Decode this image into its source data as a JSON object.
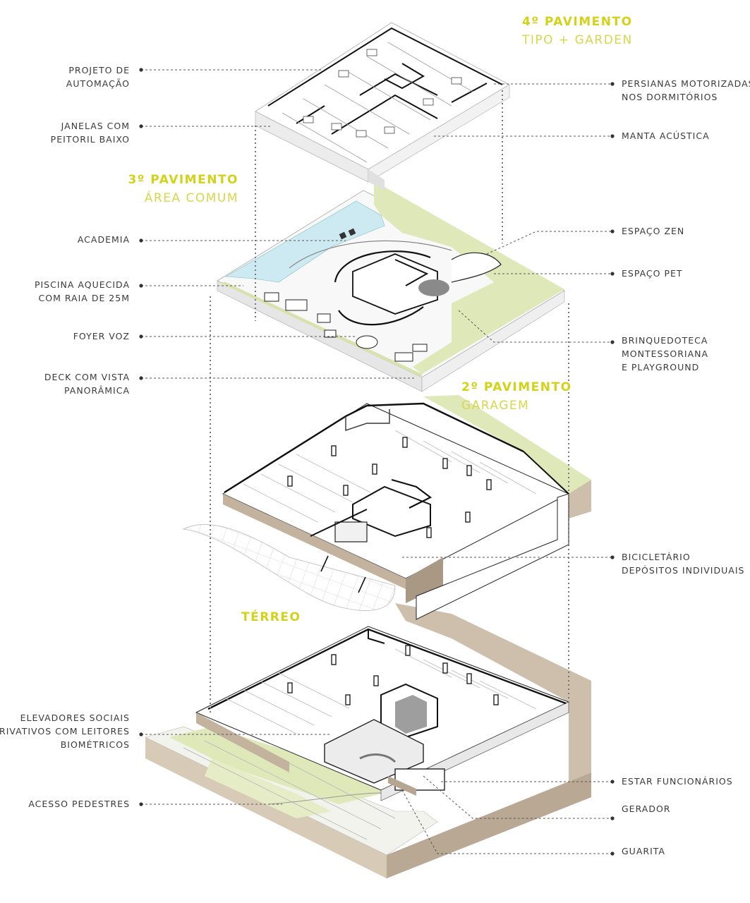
{
  "floors": [
    {
      "name": "4º PAVIMENTO",
      "subtitle": "TIPO + GARDEN"
    },
    {
      "name": "3º PAVIMENTO",
      "subtitle": "ÁREA COMUM"
    },
    {
      "name": "2º PAVIMENTO",
      "subtitle": "GARAGEM"
    },
    {
      "name": "TÉRREO",
      "subtitle": ""
    }
  ],
  "left_labels": [
    {
      "lines": [
        "PROJETO DE",
        "AUTOMAÇÃO"
      ]
    },
    {
      "lines": [
        "JANELAS COM",
        "PEITORIL BAIXO"
      ]
    },
    {
      "lines": [
        "ACADEMIA"
      ]
    },
    {
      "lines": [
        "PISCINA AQUECIDA",
        "COM RAIA DE 25M"
      ]
    },
    {
      "lines": [
        "FOYER VOZ"
      ]
    },
    {
      "lines": [
        "DECK COM VISTA",
        "PANORÂMICA"
      ]
    },
    {
      "lines": [
        "ELEVADORES SOCIAIS",
        "PRIVATIVOS COM LEITORES",
        "BIOMÉTRICOS"
      ]
    },
    {
      "lines": [
        "ACESSO PEDESTRES"
      ]
    }
  ],
  "right_labels": [
    {
      "lines": [
        "PERSIANAS MOTORIZADAS",
        "NOS DORMITÓRIOS"
      ]
    },
    {
      "lines": [
        "MANTA ACÚSTICA"
      ]
    },
    {
      "lines": [
        "ESPAÇO ZEN"
      ]
    },
    {
      "lines": [
        "ESPAÇO PET"
      ]
    },
    {
      "lines": [
        "BRINQUEDOTECA",
        "MONTESSORIANA",
        "E PLAYGROUND"
      ]
    },
    {
      "lines": [
        "BICICLETÁRIO",
        "DEPÓSITOS INDIVIDUAIS"
      ]
    },
    {
      "lines": [
        "ESTAR FUNCIONÁRIOS"
      ]
    },
    {
      "lines": [
        "GERADOR"
      ]
    },
    {
      "lines": [
        "GUARITA"
      ]
    }
  ],
  "colors": {
    "accent": "#d3d118",
    "accent_light": "#d8d64a",
    "lawn": "#dfe8b8",
    "earth": "#cdbfab",
    "earth_dark": "#b6a691",
    "water": "#cde9f2",
    "line": "#222222",
    "leader": "#555555"
  }
}
